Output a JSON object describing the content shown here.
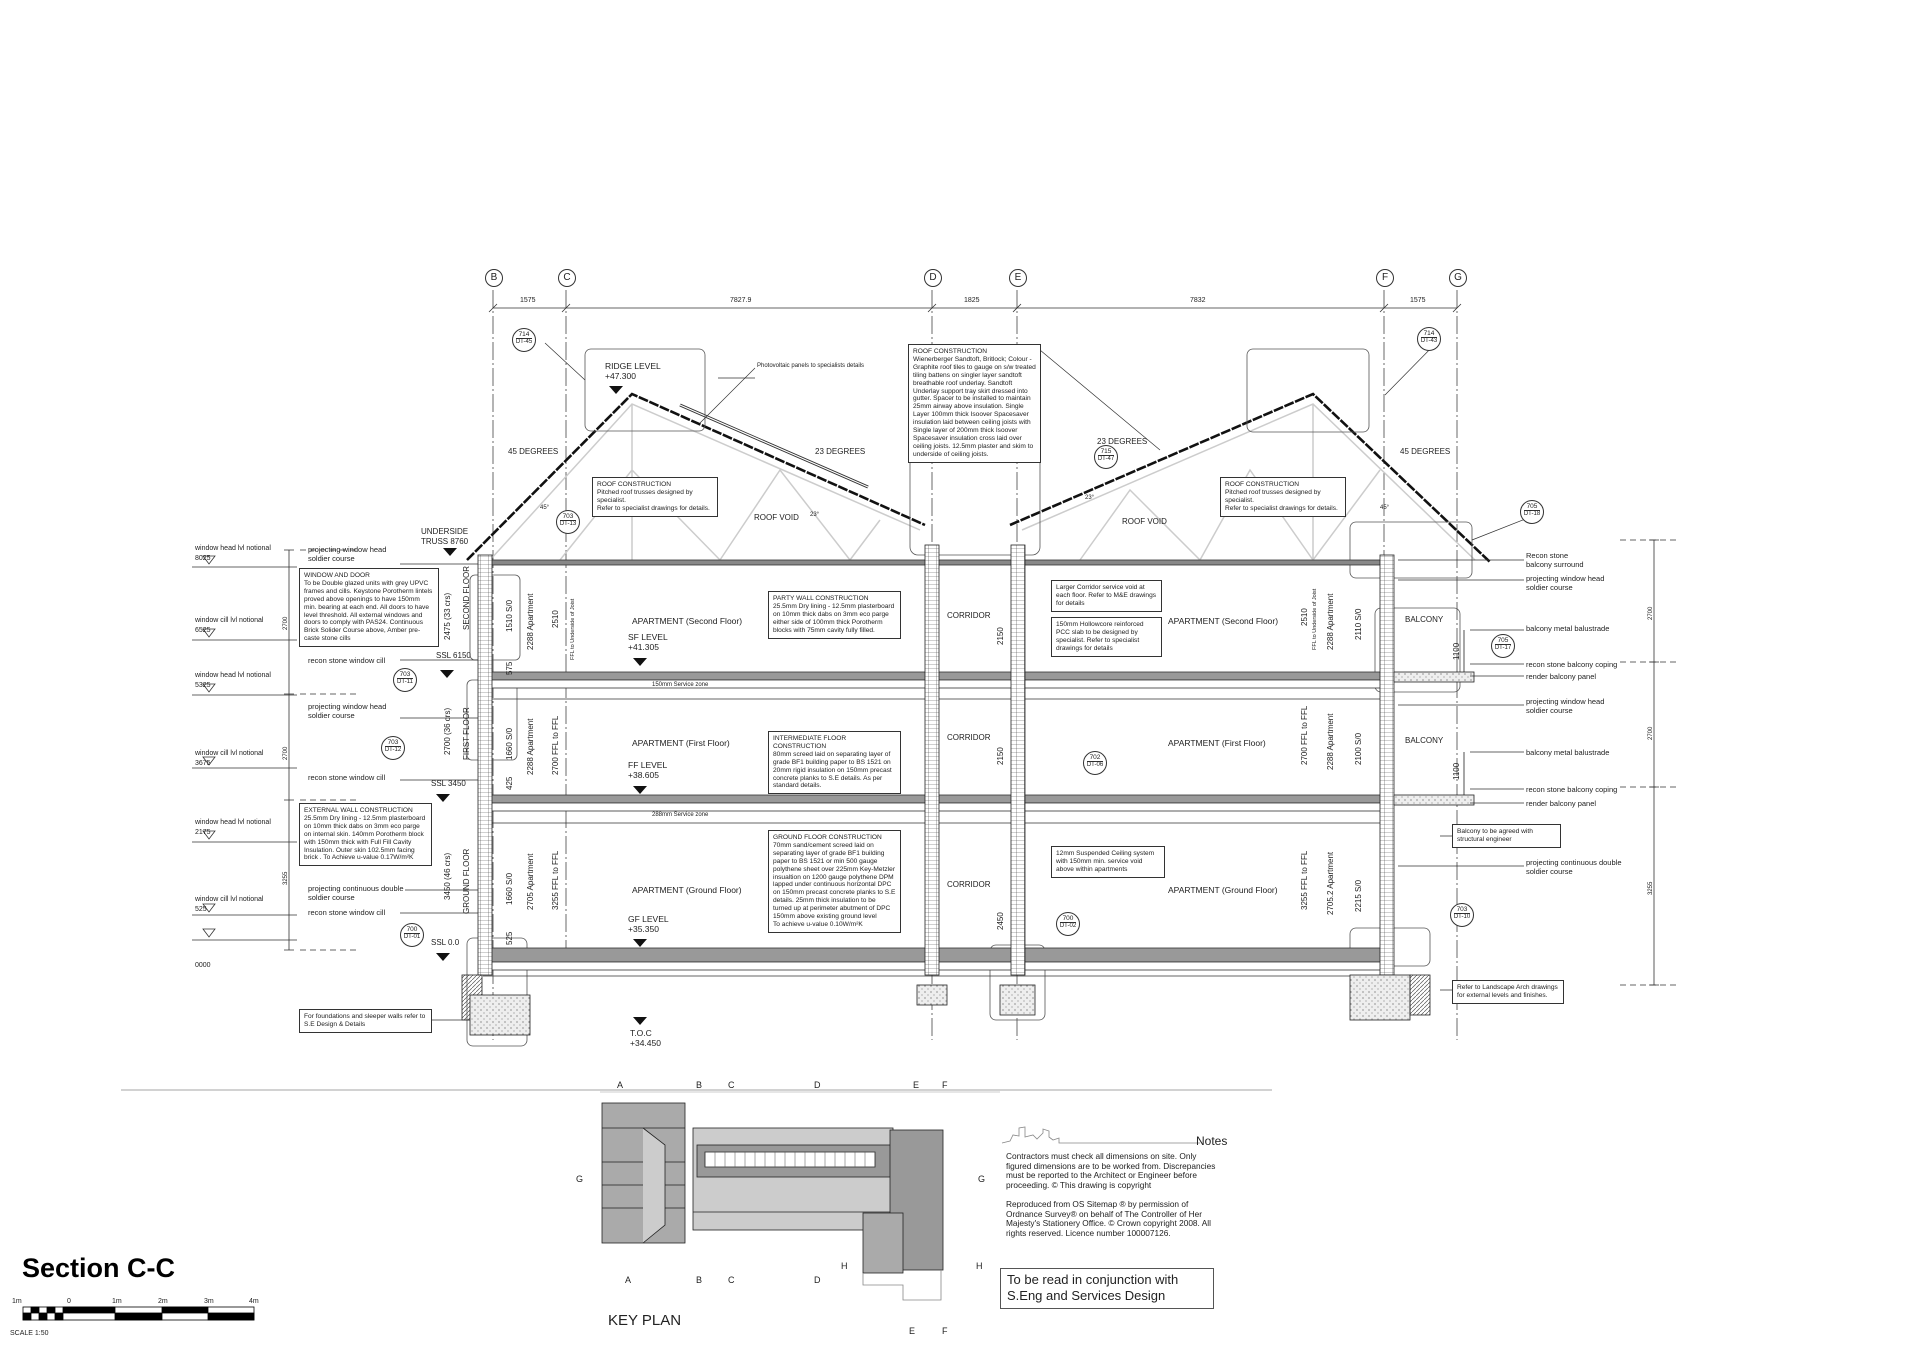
{
  "title": "Section C-C",
  "scale": {
    "labels": [
      "1m",
      "0",
      "1m",
      "2m",
      "3m",
      "4m"
    ],
    "caption": "SCALE 1:50"
  },
  "grid": {
    "bubbles": [
      "B",
      "C",
      "D",
      "E",
      "F",
      "G"
    ],
    "dims": [
      "1575",
      "7827.9",
      "1825",
      "7832",
      "1575"
    ]
  },
  "levels": [
    {
      "label": "window head lvl notional",
      "value": "8025"
    },
    {
      "label": "window cill lvl notional",
      "value": "6525"
    },
    {
      "label": "window head lvl notional",
      "value": "5325"
    },
    {
      "label": "window cill lvl notional",
      "value": "3675"
    },
    {
      "label": "window head lvl notional",
      "value": "2175"
    },
    {
      "label": "window cill lvl notional",
      "value": "525"
    },
    {
      "label": "",
      "value": "0000"
    }
  ],
  "outer_dims": [
    "2700",
    "2700",
    "3255"
  ],
  "left_labels": [
    "projecting window head\nsoldier course",
    "recon stone window cill",
    "projecting window head\nsoldier course",
    "recon stone window cill",
    "projecting continuous double\nsoldier course",
    "recon stone window cill"
  ],
  "ssl": [
    "UNDERSIDE\nTRUSS 8760",
    "SSL 6150",
    "SSL 3450",
    "SSL 0.0"
  ],
  "floors": [
    "SECOND FLOOR",
    "FIRST FLOOR",
    "GROUND FLOOR"
  ],
  "courses": [
    "2475 (33 crs)",
    "2700 (36 crs)",
    "3450 (46 crs)"
  ],
  "left_dims": {
    "second": [
      "575",
      "1510 S/0",
      "2288 Apartment",
      "2510",
      "FFL to Underside of Joist"
    ],
    "first": [
      "425",
      "1660 S/0",
      "2288 Apartment",
      "2700 FFL to FFL"
    ],
    "ground": [
      "525",
      "1660 S/0",
      "2705 Apartment",
      "3255 FFL to FFL"
    ]
  },
  "right_dims": {
    "second": [
      "2510",
      "FFL to Underside of Joist",
      "2288 Apartment",
      "2110 S/0",
      "1100"
    ],
    "first": [
      "2700 FFL to FFL",
      "2288 Apartment",
      "2100 S/0",
      "1100"
    ],
    "ground": [
      "3255 FFL to FFL",
      "2705.2 Apartment",
      "2215 S/0"
    ]
  },
  "rooms": {
    "left": [
      "APARTMENT (Second Floor)",
      "APARTMENT (First Floor)",
      "APARTMENT (Ground Floor)"
    ],
    "right": [
      "APARTMENT (Second Floor)",
      "APARTMENT (First Floor)",
      "APARTMENT (Ground Floor)"
    ],
    "corridor": [
      "CORRIDOR",
      "CORRIDOR",
      "CORRIDOR"
    ],
    "corridor_dims": [
      "2150",
      "2150",
      "2450"
    ],
    "balcony": [
      "BALCONY",
      "BALCONY"
    ]
  },
  "level_marks": {
    "ridge": "RIDGE LEVEL\n+47.300",
    "sf": "SF LEVEL\n+41.305",
    "ff": "FF LEVEL\n+38.605",
    "gf": "GF LEVEL\n+35.350",
    "toc": "T.O.C\n+34.450"
  },
  "service_zones": [
    "150mm Service zone",
    "288mm Service zone"
  ],
  "roof": {
    "angles": [
      "45 DEGREES",
      "23 DEGREES",
      "23 DEGREES",
      "45 DEGREES"
    ],
    "small_angles": [
      "45°",
      "23°",
      "23°",
      "45°"
    ],
    "void": [
      "ROOF VOID",
      "ROOF VOID"
    ],
    "pv": "Photovoltaic panels to specialists details"
  },
  "notes_boxes": {
    "window_door": "WINDOW AND DOOR\nTo be Double glazed units with grey UPVC frames and cills. Keystone Porotherm lintels proved above openings to have 150mm min. bearing at each end. All doors to have level threshold. All external windows and doors to comply with PAS24. Continuous Brick Solider Course above, Amber pre-caste stone cills",
    "external_wall": "EXTERNAL WALL CONSTRUCTION\n25.5mm Dry lining - 12.5mm plasterboard on 10mm thick dabs on 3mm eco parge on internal skin. 140mm Porotherm block with 150mm thick with Full Fill Cavity Insulation. Outer skin 102.5mm  facing brick . To Achieve u-value 0.17W/m²K",
    "foundations": "For foundations and sleeper walls refer to S.E Design & Details",
    "roof_main": "ROOF CONSTRUCTION\nWienerberger Sandtoft, Britlock; Colour - Graphite roof tiles to gauge on s/w treated tiling battens on singler layer sandtoft breathable roof underlay. Sandtoft Underlay support tray skirt dressed into gutter. Spacer to be installed to maintain 25mm airway above insulation. Single Layer 100mm thick Isoover Spacesaver insulation laid between ceiling joists with Single layer of 200mm thick Isoover Spacesaver insulation cross laid over ceiling joists. 12.5mm plaster and skim to underside of ceiling joists.",
    "roof_trusses": "ROOF CONSTRUCTION\nPitched roof trusses designed by specialist.\nRefer to specialist drawings for details.",
    "party_wall": "PARTY WALL CONSTRUCTION\n25.5mm Dry lining - 12.5mm plasterboard on 10mm thick dabs on 3mm eco parge either side of 100mm thick Porotherm blocks with 75mm cavity fully filled.",
    "intermediate_floor": "INTERMEDIATE FLOOR CONSTRUCTION\n80mm screed laid on separating layer of grade BF1 building paper to BS 1521 on 20mm rigid insulation on 150mm precast concrete planks to S.E details. As per standard details.",
    "ground_floor": "GROUND FLOOR CONSTRUCTION\n70mm sand/cement screed laid on separating layer of grade BF1 building paper to BS 1521 or min 500 gauge polythene sheet over 225mm Key-Metzler insualtion on 1200 gauge polythene DPM lapped under continuous horizontal DPC on 150mm precast concrete planks to S.E details. 25mm thick insulation to be turned up at perimeter abutment of DPC 150mm above existing ground level\nTo achieve u-value 0.10W/m²K",
    "corridor_void": "Larger Corridor service void at each floor. Refer to M&E drawings for details",
    "hollowcore": "150mm Hollowcore reinforced PCC slab to be designed by specialist. Refer to specialist drawings for details",
    "suspended_ceiling": "12mm Suspended Ceiling system with 150mm min. service void above within apartments",
    "balcony_structural": "Balcony to be agreed with structural engineer",
    "landscape": "Refer to Landscape Arch drawings for external levels and finishes."
  },
  "right_labels": [
    "Recon stone\nbalcony surround",
    "projecting window head\nsoldier course",
    "balcony metal balustrade",
    "recon stone balcony coping",
    "render balcony panel",
    "projecting window head\nsoldier course",
    "balcony metal balustrade",
    "recon stone balcony coping",
    "render balcony panel",
    "projecting continuous double\nsoldier course"
  ],
  "callouts": [
    {
      "num": "714",
      "ref": "DT-45"
    },
    {
      "num": "703",
      "ref": "DT-13"
    },
    {
      "num": "703",
      "ref": "DT-11"
    },
    {
      "num": "703",
      "ref": "DT-12"
    },
    {
      "num": "700",
      "ref": "DT-01"
    },
    {
      "num": "715",
      "ref": "DT-47"
    },
    {
      "num": "714",
      "ref": "DT-43"
    },
    {
      "num": "705",
      "ref": "DT-18"
    },
    {
      "num": "705",
      "ref": "DT-17"
    },
    {
      "num": "703",
      "ref": "DT-10"
    },
    {
      "num": "702",
      "ref": "DT-06"
    },
    {
      "num": "700",
      "ref": "DT-02"
    }
  ],
  "key_plan": {
    "title": "KEY PLAN",
    "top": [
      "A",
      "B",
      "C",
      "D",
      "E",
      "F"
    ],
    "bottom": [
      "A",
      "B",
      "C",
      "D",
      "E",
      "F"
    ],
    "sides": [
      "G",
      "G",
      "H",
      "H"
    ]
  },
  "notes": {
    "heading": "Notes",
    "p1": "Contractors must check all dimensions on site. Only figured dimensions are to be worked from. Discrepancies must be reported to the Architect or Engineer before proceeding. © This drawing is copyright",
    "p2": "Reproduced from OS Sitemap ® by permission of Ordnance Survey® on behalf of The Controller of Her Majesty's Stationery Office. © Crown copyright 2008. All rights reserved. Licence number 100007126.",
    "read_with": "To be read in conjunction with\nS.Eng and Services Design"
  }
}
